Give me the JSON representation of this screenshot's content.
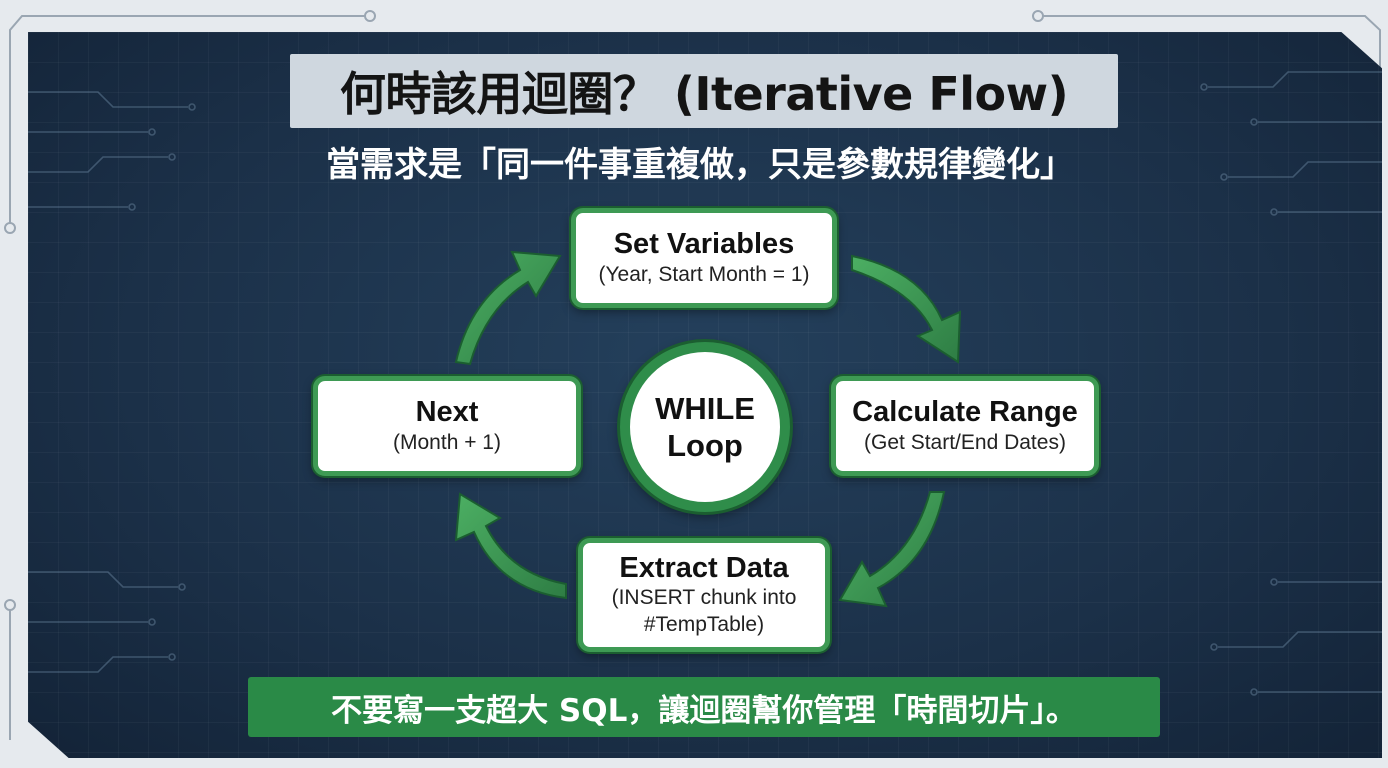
{
  "title": "何時該用迴圈？ (Iterative Flow)",
  "subtitle": "當需求是「同一件事重複做，只是參數規律變化」",
  "center": {
    "line1": "WHILE",
    "line2": "Loop"
  },
  "steps": [
    {
      "title": "Set Variables",
      "subtitle": "(Year, Start Month = 1)"
    },
    {
      "title": "Calculate Range",
      "subtitle": "(Get Start/End Dates)"
    },
    {
      "title": "Extract Data",
      "subtitle": "(INSERT chunk into #TempTable)"
    },
    {
      "title": "Next",
      "subtitle": "(Month + 1)"
    }
  ],
  "footer": "不要寫一支超大 SQL，讓迴圈幫你管理「時間切片」。",
  "colors": {
    "green": "#3e9a54",
    "dark_green": "#1b5e30",
    "background": "#1b3048",
    "title_bar": "#cfd7df"
  }
}
